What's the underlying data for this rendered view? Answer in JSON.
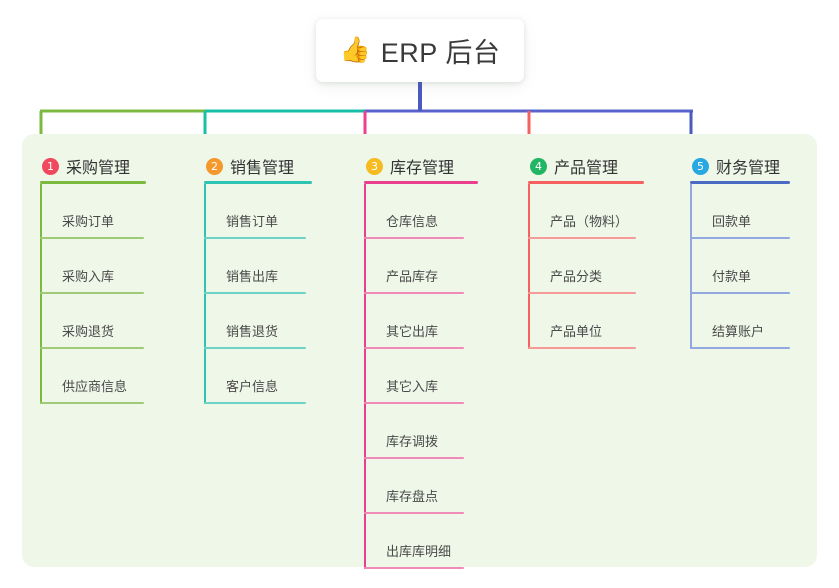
{
  "root": {
    "emoji": "👍",
    "emoji_name": "thumbs-up-icon",
    "title": "ERP 后台"
  },
  "theme": {
    "page_bg": "#ffffff",
    "panel_bg": "#eef7e8",
    "card_bg": "#ffffff",
    "title_color": "#3a3a3a",
    "head_text_color": "#333333",
    "leaf_text_color": "#4a4a4a",
    "trunk_color": "#4a5bc0"
  },
  "connector": {
    "segments": [
      {
        "name": "bus-green",
        "color": "#7cb93f"
      },
      {
        "name": "bus-teal",
        "color": "#16bfa6"
      },
      {
        "name": "bus-blue",
        "color": "#5a63cc"
      }
    ],
    "stubs": [
      {
        "name": "stub-purchase",
        "color": "#7cb93f"
      },
      {
        "name": "stub-sales",
        "color": "#16bfa6"
      },
      {
        "name": "stub-inventory",
        "color": "#ec3f8e"
      },
      {
        "name": "stub-product",
        "color": "#f4615f"
      },
      {
        "name": "stub-finance",
        "color": "#4a5bc0"
      }
    ]
  },
  "columns": [
    {
      "id": "purchase",
      "number": "1",
      "badge_color": "#f0485c",
      "rule_color": "#79ba3f",
      "leaf_rule_color": "#9ecb76",
      "spine_color": "#79ba3f",
      "title": "采购管理",
      "items": [
        {
          "label": "采购订单"
        },
        {
          "label": "采购入库"
        },
        {
          "label": "采购退货"
        },
        {
          "label": "供应商信息"
        }
      ]
    },
    {
      "id": "sales",
      "number": "2",
      "badge_color": "#f6992d",
      "rule_color": "#2dc5b2",
      "leaf_rule_color": "#6dd3c6",
      "spine_color": "#2dc5b2",
      "title": "销售管理",
      "items": [
        {
          "label": "销售订单"
        },
        {
          "label": "销售出库"
        },
        {
          "label": "销售退货"
        },
        {
          "label": "客户信息"
        }
      ]
    },
    {
      "id": "inventory",
      "number": "3",
      "badge_color": "#f5bb20",
      "rule_color": "#ea3f8f",
      "leaf_rule_color": "#ef8ab9",
      "spine_color": "#ea3f8f",
      "title": "库存管理",
      "items": [
        {
          "label": "仓库信息"
        },
        {
          "label": "产品库存"
        },
        {
          "label": "其它出库"
        },
        {
          "label": "其它入库"
        },
        {
          "label": "库存调拨"
        },
        {
          "label": "库存盘点"
        },
        {
          "label": "出库库明细"
        }
      ]
    },
    {
      "id": "product",
      "number": "4",
      "badge_color": "#22b563",
      "rule_color": "#f4615f",
      "leaf_rule_color": "#f69a97",
      "spine_color": "#f4615f",
      "title": "产品管理",
      "items": [
        {
          "label": "产品（物料）"
        },
        {
          "label": "产品分类"
        },
        {
          "label": "产品单位"
        }
      ]
    },
    {
      "id": "finance",
      "number": "5",
      "badge_color": "#27a8e0",
      "rule_color": "#4a6ac4",
      "leaf_rule_color": "#92a8e0",
      "spine_color": "#92a8e0",
      "title": "财务管理",
      "items": [
        {
          "label": "回款单"
        },
        {
          "label": "付款单"
        },
        {
          "label": "结算账户"
        }
      ]
    }
  ]
}
